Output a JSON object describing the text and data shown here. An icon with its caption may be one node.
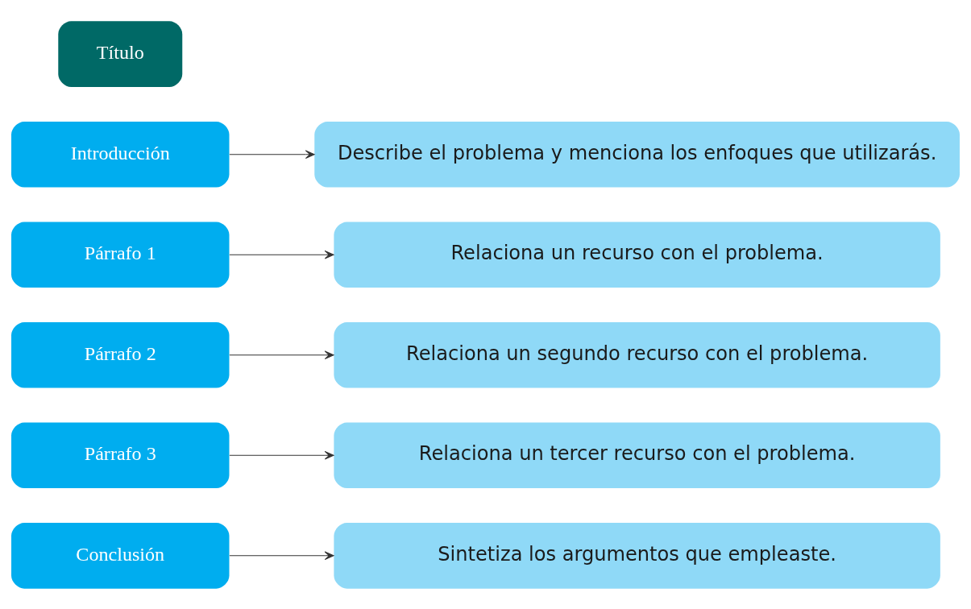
{
  "diagram": {
    "nodes": [
      {
        "text": [
          "Título"
        ]
      },
      {
        "text": [
          "Introducción"
        ]
      },
      {
        "text": [
          "Describe el problema y menciona los enfoques que utilizarás."
        ]
      },
      {
        "text": [
          "Párrafo 1"
        ]
      },
      {
        "text": [
          "Relaciona un recurso con el problema."
        ]
      },
      {
        "text": [
          "Párrafo 2"
        ]
      },
      {
        "text": [
          "Relaciona un segundo recurso con el problema."
        ]
      },
      {
        "text": [
          "Párrafo 3"
        ]
      },
      {
        "text": [
          "Relaciona un tercer recurso con el problema."
        ]
      },
      {
        "text": [
          "Conclusión"
        ]
      },
      {
        "text": [
          "Sintetiza los argumentos que empleaste."
        ]
      }
    ],
    "edges": [
      {
        "from": 1,
        "to": 2,
        "arrow": "to"
      },
      {
        "from": 3,
        "to": 4,
        "arrow": "to"
      },
      {
        "from": 5,
        "to": 6,
        "arrow": "to"
      },
      {
        "from": 7,
        "to": 8,
        "arrow": "to"
      },
      {
        "from": 9,
        "to": 10,
        "arrow": "to"
      }
    ]
  }
}
